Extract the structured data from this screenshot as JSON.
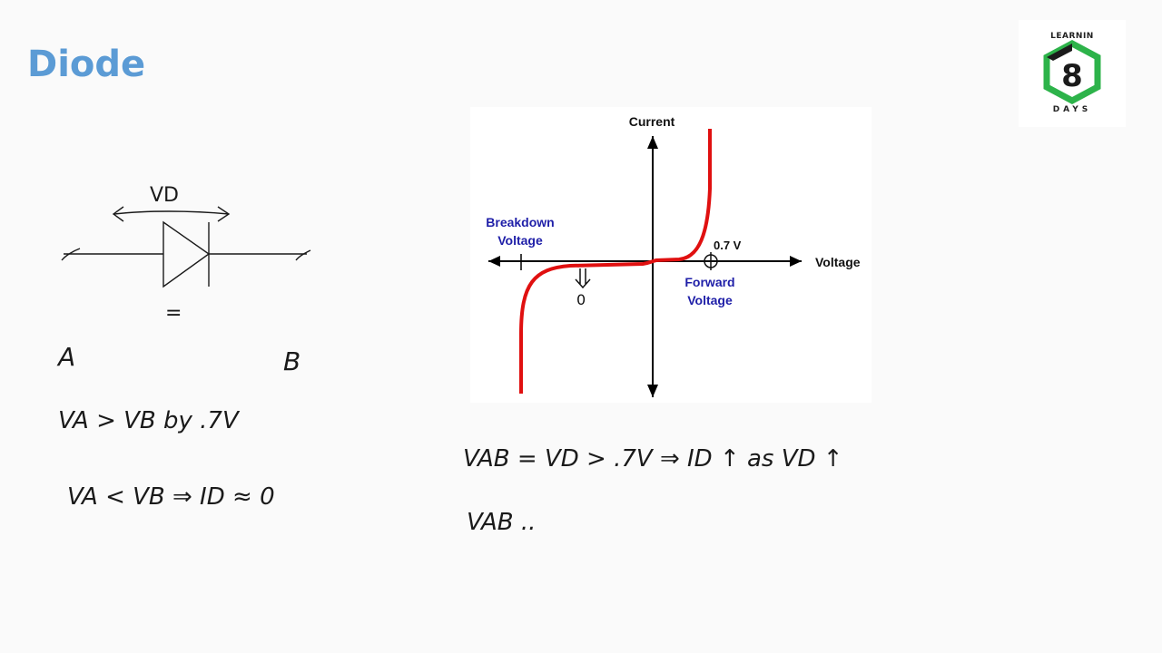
{
  "slide": {
    "title": "Diode"
  },
  "logo": {
    "top_text": "LEARNIN",
    "number": "8",
    "bottom_text": "DAYS",
    "colors": {
      "green": "#2db34a",
      "dark": "#1b1b1b"
    }
  },
  "graph": {
    "y_label": "Current",
    "x_label": "Voltage",
    "breakdown_label_1": "Breakdown",
    "breakdown_label_2": "Voltage",
    "forward_label_1": "Forward",
    "forward_label_2": "Voltage",
    "threshold_label": "0.7 V",
    "curve_color": "#e01010",
    "annotation_color": "#1f1fa8"
  },
  "notes": {
    "vd_label": "VD",
    "equals_mark": "=",
    "terminal_a": "A",
    "terminal_b": "B",
    "line1": "VA  > VB  by .7V",
    "line2": "VA < VB  ⇒ ID ≈ 0",
    "line3": "VAB = VD > .7V  ⇒ ID ↑ as VD ↑",
    "line4": "VAB ..",
    "zero_mark": "0"
  }
}
